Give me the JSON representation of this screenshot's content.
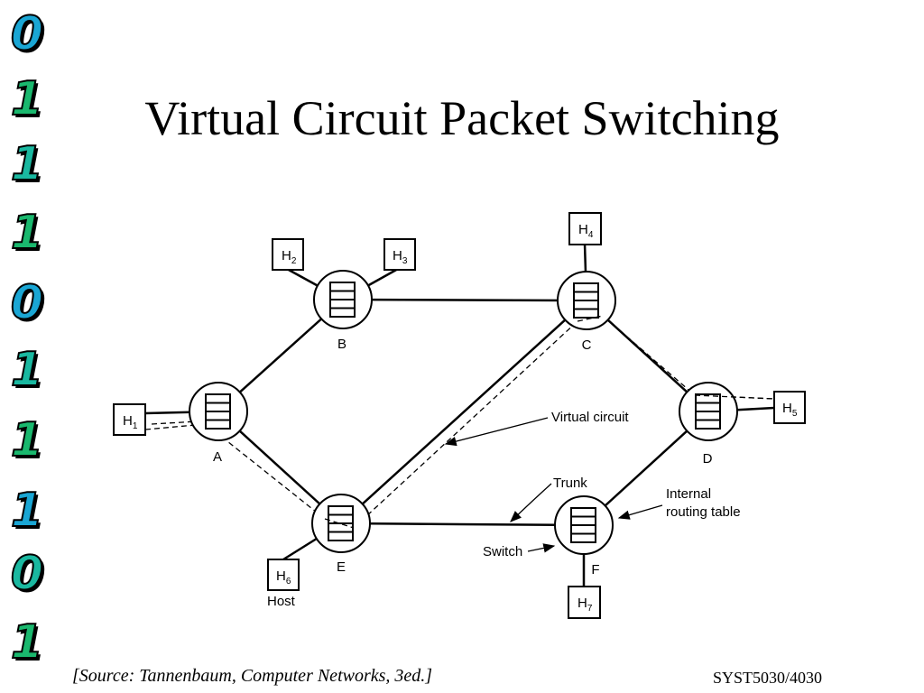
{
  "slide": {
    "title": "Virtual Circuit Packet Switching",
    "source": "[Source: Tannenbaum, Computer Networks, 3ed.]",
    "course": "SYST5030/4030"
  },
  "decoration": {
    "bits": [
      "0",
      "1",
      "1",
      "1",
      "0",
      "1",
      "1",
      "1",
      "0",
      "1"
    ],
    "colors": [
      "#1aa6d4",
      "#1ab86e",
      "#1ab8a0",
      "#1ab86e",
      "#1aa6d4",
      "#1ab8a0",
      "#1ab86e",
      "#1aa6d4",
      "#1ab8a0",
      "#1ab86e"
    ]
  },
  "diagram": {
    "switches": [
      {
        "id": "B",
        "label": "B"
      },
      {
        "id": "C",
        "label": "C"
      },
      {
        "id": "A",
        "label": "A"
      },
      {
        "id": "D",
        "label": "D"
      },
      {
        "id": "E",
        "label": "E"
      },
      {
        "id": "F",
        "label": "F"
      }
    ],
    "hosts": [
      {
        "id": "H1",
        "label": "H",
        "sub": "1"
      },
      {
        "id": "H2",
        "label": "H",
        "sub": "2"
      },
      {
        "id": "H3",
        "label": "H",
        "sub": "3"
      },
      {
        "id": "H4",
        "label": "H",
        "sub": "4"
      },
      {
        "id": "H5",
        "label": "H",
        "sub": "5"
      },
      {
        "id": "H6",
        "label": "H",
        "sub": "6"
      },
      {
        "id": "H7",
        "label": "H",
        "sub": "7"
      }
    ],
    "annotations": {
      "virtual_circuit": "Virtual circuit",
      "trunk": "Trunk",
      "internal_1": "Internal",
      "internal_2": "routing table",
      "switch": "Switch",
      "host": "Host"
    }
  }
}
